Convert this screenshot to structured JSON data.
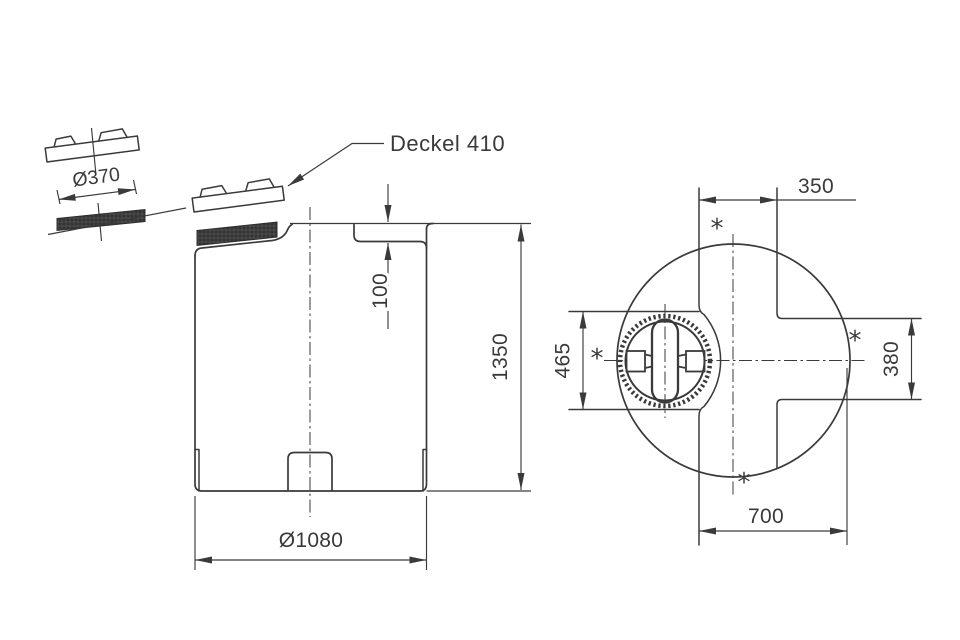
{
  "drawing": {
    "callout": "Deckel 410",
    "marker": "*",
    "dimensions": {
      "lid_detail_diameter": "Ø370",
      "recess_depth": "100",
      "tank_height": "1350",
      "tank_diameter": "Ø1080",
      "channel_width": "350",
      "pocket_width": "465",
      "side_channel_width": "380",
      "channel_offset": "700"
    },
    "colors": {
      "line": "#3a3a3a",
      "thread_band": "#333333",
      "background": "#ffffff"
    }
  }
}
